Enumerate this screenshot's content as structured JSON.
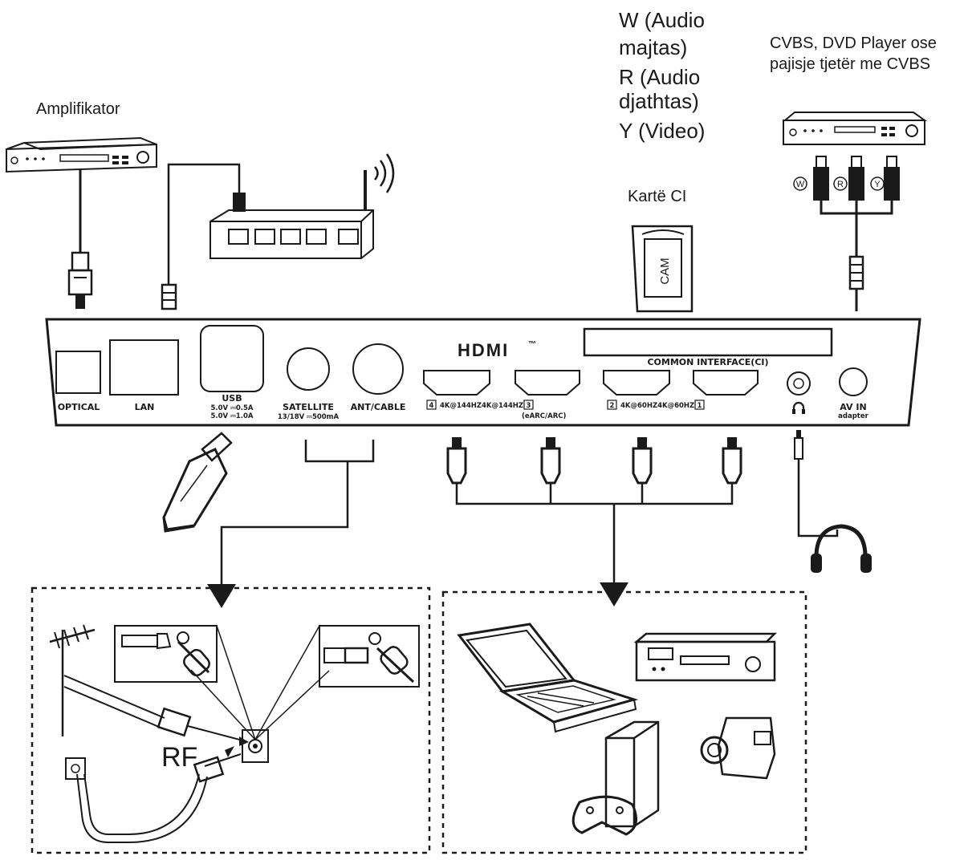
{
  "devices": {
    "amplifier": "Amplifikator",
    "ci_card": "Kartë CI",
    "cam": "CAM",
    "cvbs_line1": "CVBS, DVD Player ose",
    "cvbs_line2": "pajisje tjetër me CVBS"
  },
  "audio_video_legend": {
    "w_line1": "W (Audio",
    "w_line2": "majtas)",
    "r_line1": "R (Audio",
    "r_line2": "djathtas)",
    "y": "Y (Video)"
  },
  "rca_tags": {
    "w": "W",
    "r": "R",
    "y": "Y"
  },
  "panel": {
    "hdmi_logo": "HDMI",
    "hdmi_tm": "™",
    "common_interface": "COMMON INTERFACE(CI)",
    "optical": "OPTICAL",
    "lan": "LAN",
    "usb": "USB",
    "usb_spec1": "5.0V ⎓0.5A",
    "usb_spec2": "5.0V ⎓1.0A",
    "satellite": "SATELLITE",
    "satellite_spec": "13/18V ⎓500mA",
    "ant_cable": "ANT/CABLE",
    "hdmi4_num": "4",
    "hdmi4_spec": "4K@144HZ4K@144HZ",
    "hdmi3_num": "3",
    "earc": "(eARC/ARC)",
    "hdmi2_num": "2",
    "hdmi2_spec": "4K@60HZ4K@60HZ",
    "hdmi1_num": "1",
    "headphone_icon": "headphone-icon",
    "av_in": "AV IN",
    "av_in_sub": "adapter"
  },
  "rf_label": "RF",
  "colors": {
    "ink": "#1a1a1a",
    "background": "#ffffff",
    "panel_fill": "#ffffff"
  }
}
